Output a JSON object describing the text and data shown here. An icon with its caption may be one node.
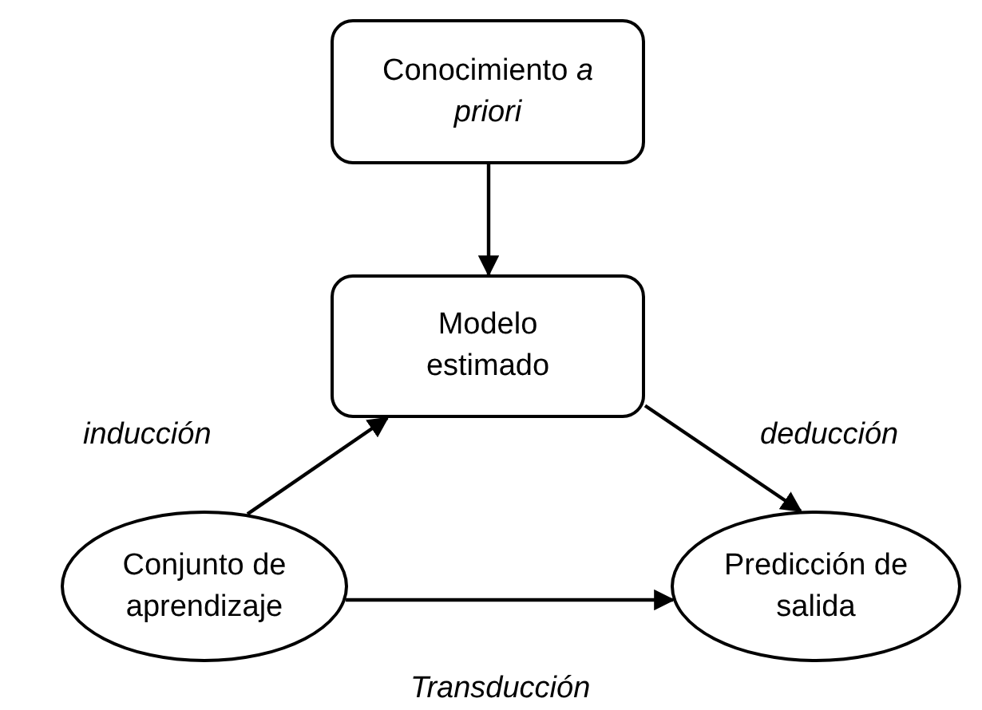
{
  "diagram": {
    "nodes": [
      {
        "text": [
          "Conocimiento *a priori*"
        ]
      },
      {
        "text": [
          "Modelo estimado"
        ]
      },
      {
        "text": [
          "Conjunto de aprendizaje"
        ]
      },
      {
        "text": [
          "Predicción de salida"
        ]
      }
    ],
    "edges": [
      {
        "from": 0,
        "to": 1,
        "arrow": "to"
      },
      {
        "from": 2,
        "to": 1,
        "arrow": "to",
        "label": "inducción"
      },
      {
        "from": 1,
        "to": 3,
        "arrow": "to",
        "label": "deducción"
      },
      {
        "from": 2,
        "to": 3,
        "arrow": "to",
        "label": "Transducción"
      }
    ]
  }
}
